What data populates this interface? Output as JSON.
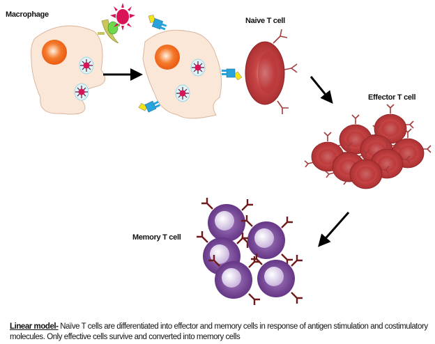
{
  "labels": {
    "macrophage": "Macrophage",
    "naive_t_cell": "Naive T cell",
    "effector_t_cell": "Effector T cell",
    "memory_t_cell": "Memory T cell"
  },
  "caption": {
    "heading": "Linear model-",
    "text": " Naïve T cells are differentiated into effector  and memory cells in response of antigen stimulation and costimulatory molecules. Only effective cells survive and converted into memory cells"
  },
  "colors": {
    "macrophage_body": "#fbe7d8",
    "nucleus": "#f26a1b",
    "t_cell": "#c0393b",
    "memory_cell": "#7b4a9a",
    "receptor": "#29a3dc",
    "antigen": "#e0195a"
  }
}
